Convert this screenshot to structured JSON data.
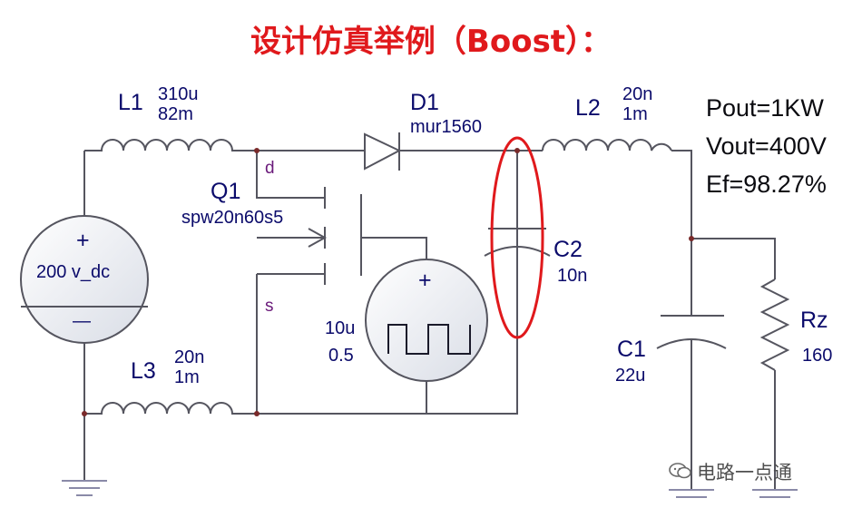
{
  "title": "设计仿真举例（Boost）：",
  "specs": {
    "pout": "Pout=1KW",
    "vout": "Vout=400V",
    "ef": "Ef=98.27%"
  },
  "components": {
    "L1": {
      "name": "L1",
      "inductance": "310u",
      "resistance": "82m"
    },
    "L2": {
      "name": "L2",
      "inductance": "20n",
      "resistance": "1m"
    },
    "L3": {
      "name": "L3",
      "inductance": "20n",
      "resistance": "1m"
    },
    "D1": {
      "name": "D1",
      "part": "mur1560"
    },
    "Q1": {
      "name": "Q1",
      "part": "spw20n60s5",
      "drain": "d",
      "source": "s"
    },
    "C1": {
      "name": "C1",
      "value": "22u"
    },
    "C2": {
      "name": "C2",
      "value": "10n"
    },
    "Rz": {
      "name": "Rz",
      "value": "160"
    },
    "V_dc": {
      "label": "200 v_dc",
      "plus": "+",
      "minus": "—"
    },
    "V_pulse": {
      "line1": "10u",
      "line2": "0.5",
      "plus": "+"
    }
  },
  "watermark": "电路一点通",
  "colors": {
    "title": "#e0191c",
    "wire": "#5a5a66",
    "label": "#0b0b6b",
    "highlight": "#e0191c",
    "ground": "#8a8aa8"
  }
}
